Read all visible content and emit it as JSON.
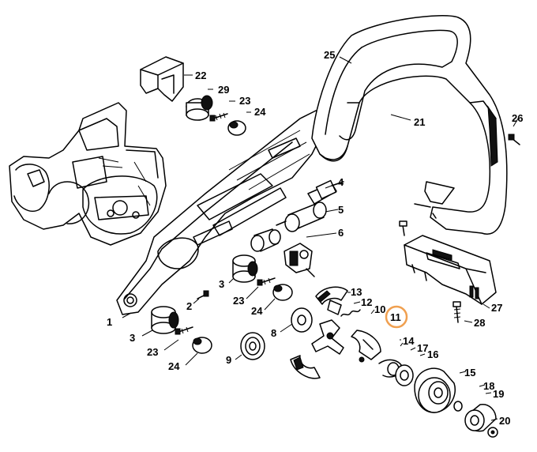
{
  "labels": {
    "p1": "1",
    "p2": "2",
    "p3a": "3",
    "p3b": "3",
    "p4": "4",
    "p5": "5",
    "p6": "6",
    "p8": "8",
    "p9": "9",
    "p10": "10",
    "p11": "11",
    "p12": "12",
    "p13": "13",
    "p14": "14",
    "p15": "15",
    "p16": "16",
    "p17": "17",
    "p18": "18",
    "p19": "19",
    "p20": "20",
    "p21": "21",
    "p22": "22",
    "p23a": "23",
    "p23b": "23",
    "p23c": "23",
    "p24a": "24",
    "p24b": "24",
    "p24c": "24",
    "p25": "25",
    "p26": "26",
    "p27": "27",
    "p28": "28",
    "p29": "29"
  },
  "highlight": {
    "part": "11",
    "color": "#f0a050"
  }
}
